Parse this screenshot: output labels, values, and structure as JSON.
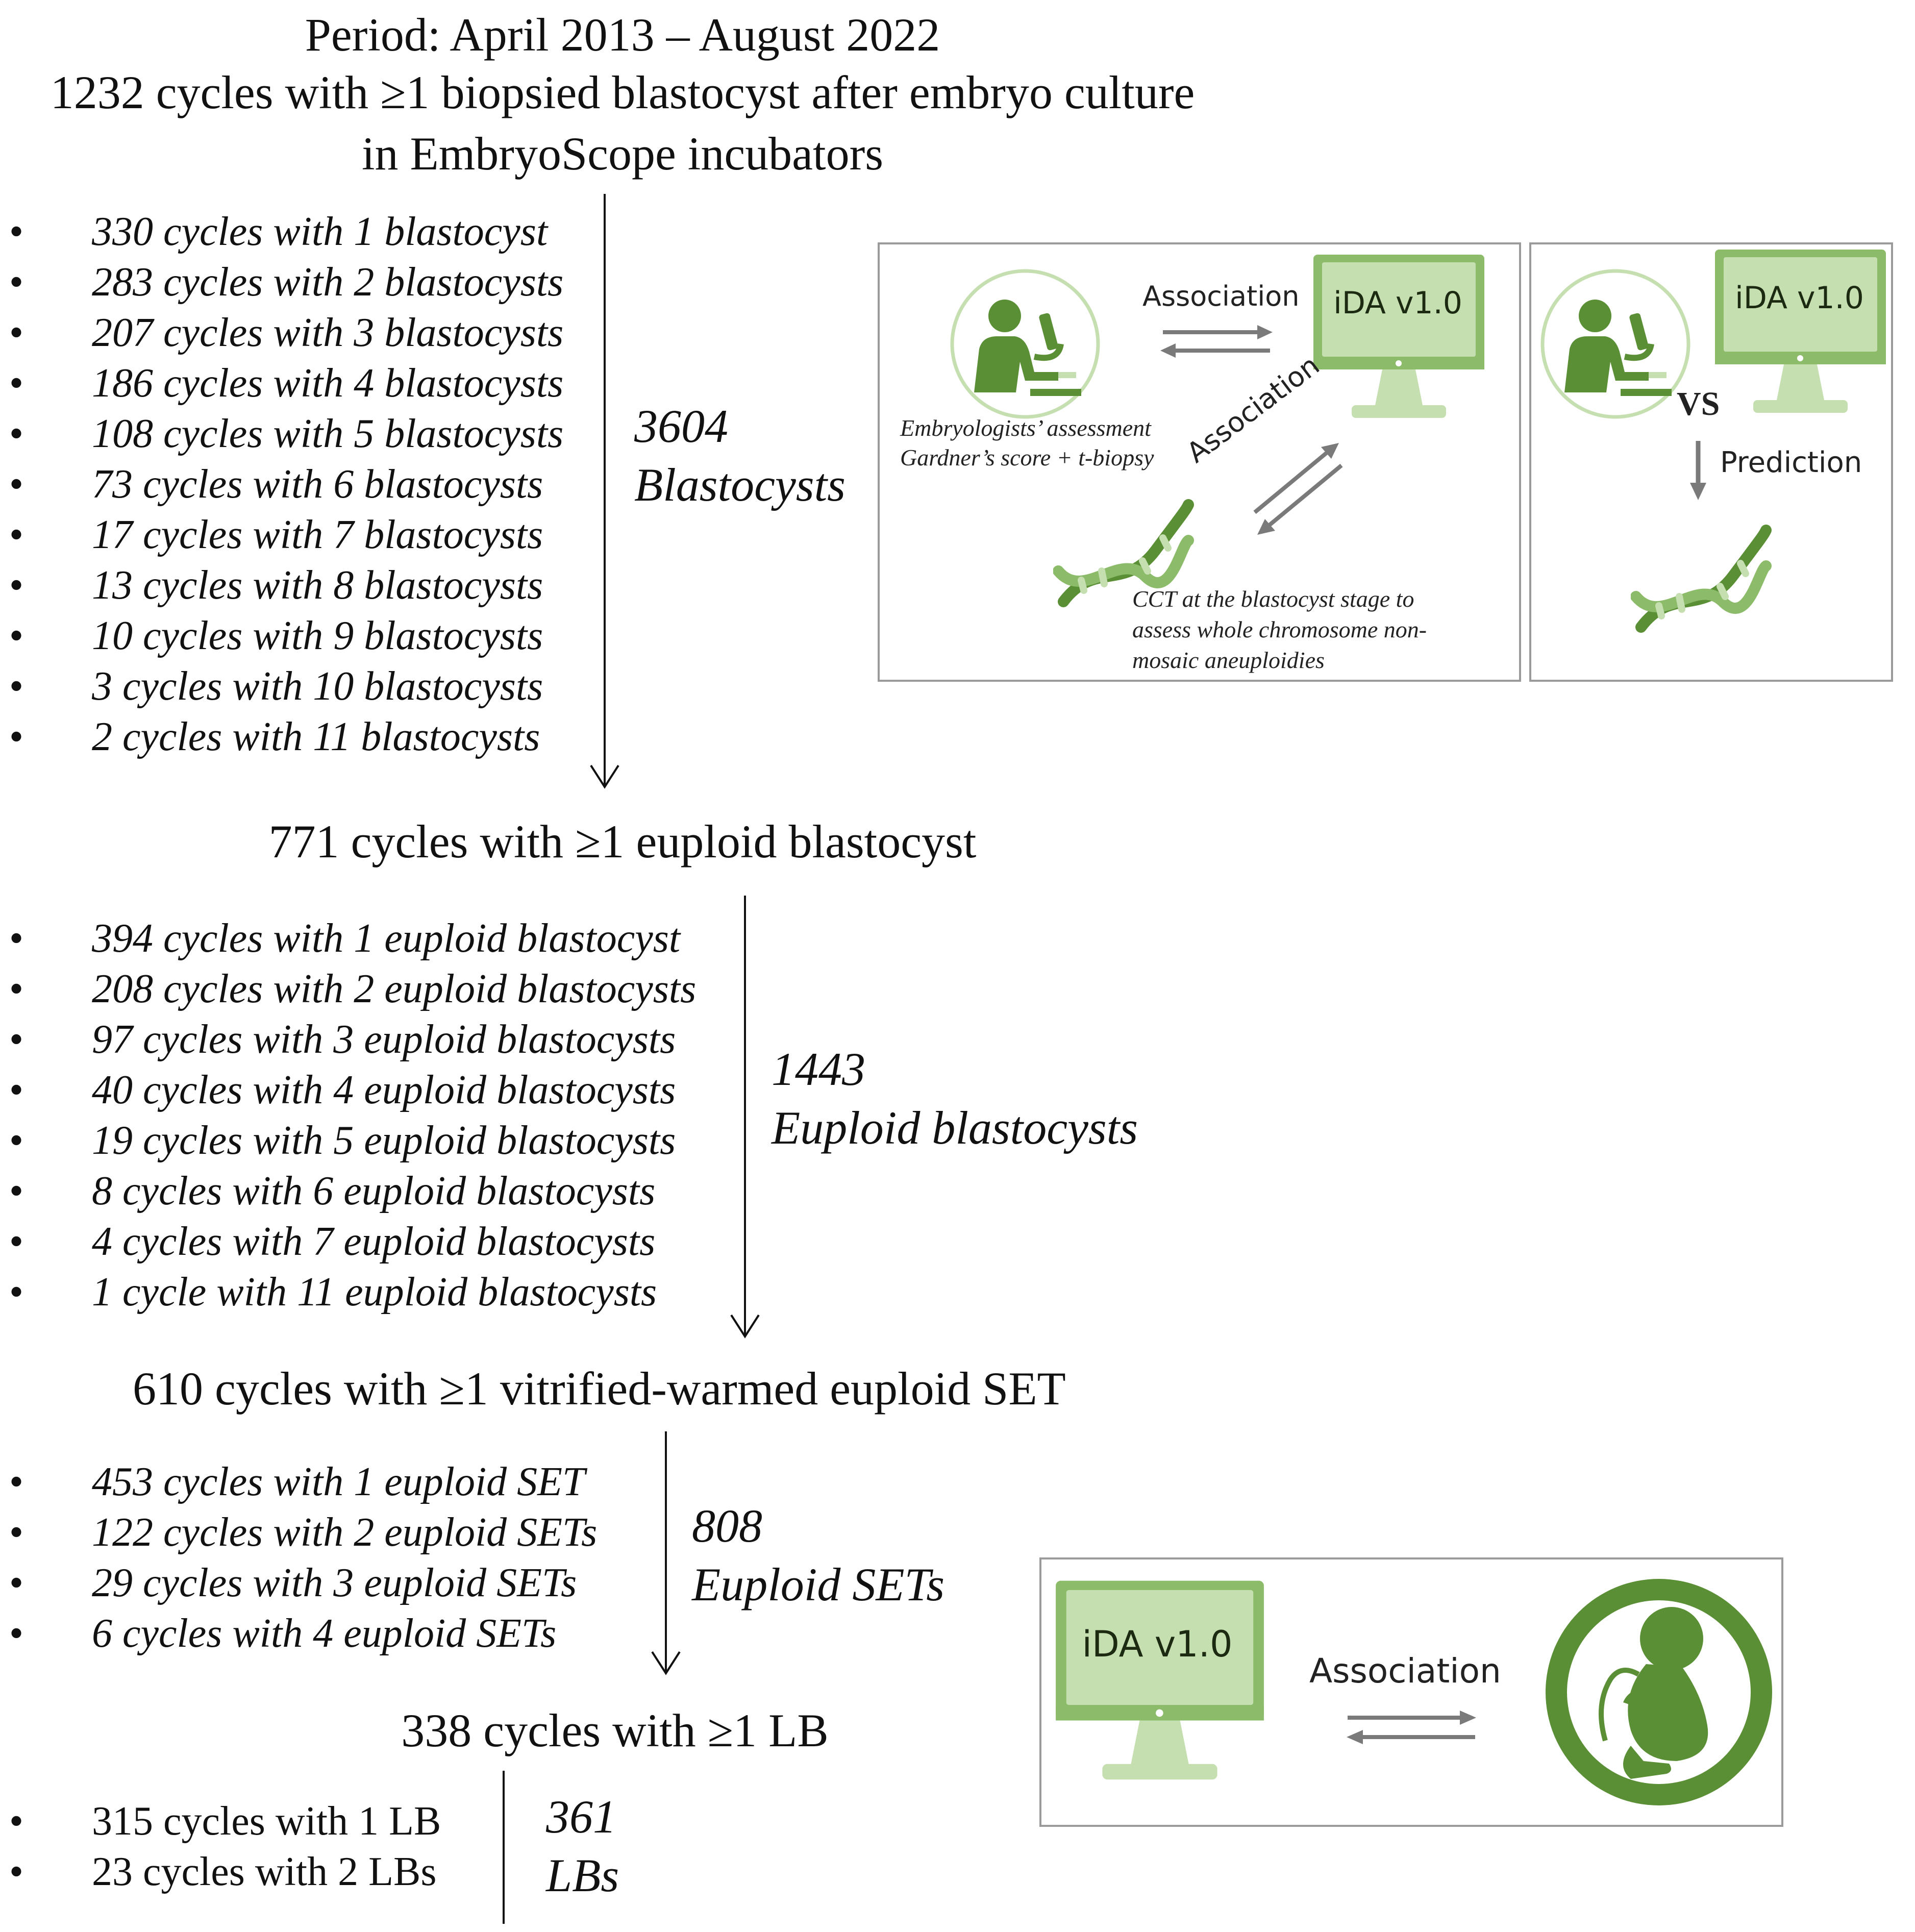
{
  "header": {
    "line1": "Period: April 2013 – August 2022",
    "line2": "1232 cycles with ≥1 biopsied blastocyst after embryo culture",
    "line3": "in EmbryoScope incubators"
  },
  "stage1": {
    "items": [
      "330 cycles with 1 blastocyst",
      "283 cycles with 2 blastocysts",
      "207 cycles with 3 blastocysts",
      "186 cycles with 4 blastocysts",
      "108 cycles with 5 blastocysts",
      "73 cycles with 6 blastocysts",
      "17 cycles with 7 blastocysts",
      "13 cycles with 8 blastocysts",
      "10 cycles with 9 blastocysts",
      "3 cycles with 10 blastocysts",
      "2 cycles with 11 blastocysts"
    ],
    "count_number": "3604",
    "count_label": "Blastocysts"
  },
  "stage2": {
    "title": "771 cycles with ≥1 euploid blastocyst",
    "items": [
      "394 cycles with 1 euploid blastocyst",
      "208 cycles with 2 euploid blastocysts",
      "97 cycles with 3 euploid blastocysts",
      "40 cycles with 4 euploid blastocysts",
      "19 cycles with 5 euploid blastocysts",
      "8 cycles with 6 euploid blastocysts",
      "4 cycles with 7 euploid blastocysts",
      "1 cycle with 11 euploid blastocysts"
    ],
    "count_number": "1443",
    "count_label": "Euploid blastocysts"
  },
  "stage3": {
    "title": "610 cycles with ≥1 vitrified-warmed euploid SET",
    "items": [
      "453 cycles with 1 euploid SET",
      "122 cycles with 2 euploid SETs",
      "29 cycles with 3 euploid SETs",
      "6 cycles with 4 euploid SETs"
    ],
    "count_number": "808",
    "count_label": "Euploid SETs"
  },
  "stage4": {
    "title": "338 cycles with ≥1 LB",
    "items": [
      "315 cycles with 1 LB",
      "23 cycles with 2 LBs"
    ],
    "count_number": "361",
    "count_label": "LBs"
  },
  "panel_association": {
    "association_top": "Association",
    "monitor_label": "iDA v1.0",
    "embryologist_line1": "Embryologists’ assessment",
    "embryologist_line2": "Gardner’s score + t-biopsy",
    "association_diag": "Association",
    "cct_line1": "CCT at the blastocyst stage to",
    "cct_line2": "assess whole chromosome non-",
    "cct_line3": "mosaic aneuploidies"
  },
  "panel_prediction": {
    "monitor_label": "iDA v1.0",
    "vs": "VS",
    "prediction": "Prediction"
  },
  "panel_livebirth": {
    "monitor_label": "iDA v1.0",
    "association": "Association"
  },
  "colors": {
    "green_dark": "#5b8f35",
    "green_mid": "#8cbc6a",
    "green_light": "#c5dfb0",
    "arrow_gray": "#7a7a7a"
  }
}
